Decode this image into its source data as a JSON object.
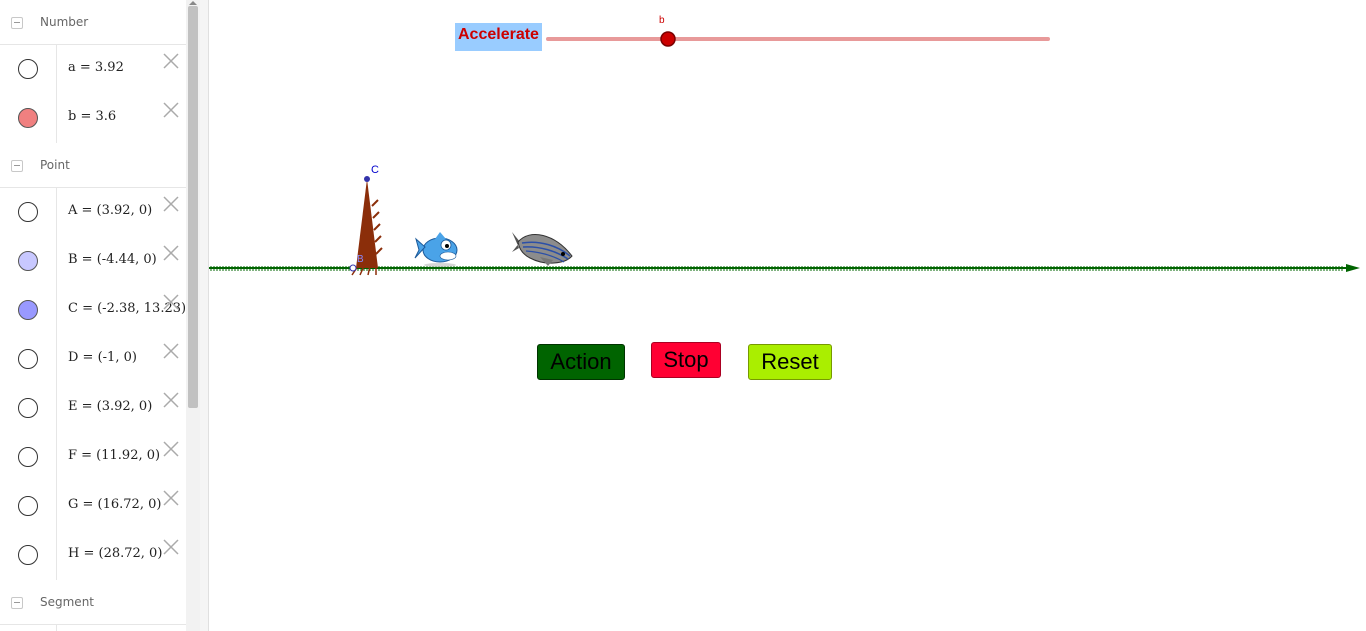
{
  "algebra": {
    "categories": {
      "number": "Number",
      "point": "Point",
      "segment": "Segment"
    },
    "rows": [
      {
        "def": "a = 3.92",
        "vis_color": "#ffffff"
      },
      {
        "def": "b = 3.6",
        "vis_color": "#f08080"
      },
      {
        "def": "A = (3.92, 0)",
        "vis_color": "#ffffff"
      },
      {
        "def": "B = (-4.44, 0)",
        "vis_color": "#c8c8ff"
      },
      {
        "def": "C = (-2.38, 13.23)",
        "vis_color": "#9999ff"
      },
      {
        "def": "D = (-1, 0)",
        "vis_color": "#ffffff"
      },
      {
        "def": "E = (3.92, 0)",
        "vis_color": "#ffffff"
      },
      {
        "def": "F = (11.92, 0)",
        "vis_color": "#ffffff"
      },
      {
        "def": "G = (16.72, 0)",
        "vis_color": "#ffffff"
      },
      {
        "def": "H = (28.72, 0)",
        "vis_color": "#ffffff"
      }
    ]
  },
  "graphics": {
    "slider": {
      "caption": "Accelerate",
      "var_label": "b",
      "value_fraction": 0.24,
      "track_color": "#e89a9a",
      "handle_color": "#cc0000"
    },
    "points": {
      "c_label": "C",
      "b_label": "B"
    },
    "buttons": {
      "action": {
        "label": "Action",
        "color": "#006400"
      },
      "stop": {
        "label": "Stop",
        "color": "#ff0033"
      },
      "reset": {
        "label": "Reset",
        "color": "#aaee00"
      }
    },
    "axis_color": "#006400"
  },
  "icons": {
    "delete": "close-x-icon",
    "collapse": "minus-icon",
    "visibility": "circle-toggle-icon"
  }
}
